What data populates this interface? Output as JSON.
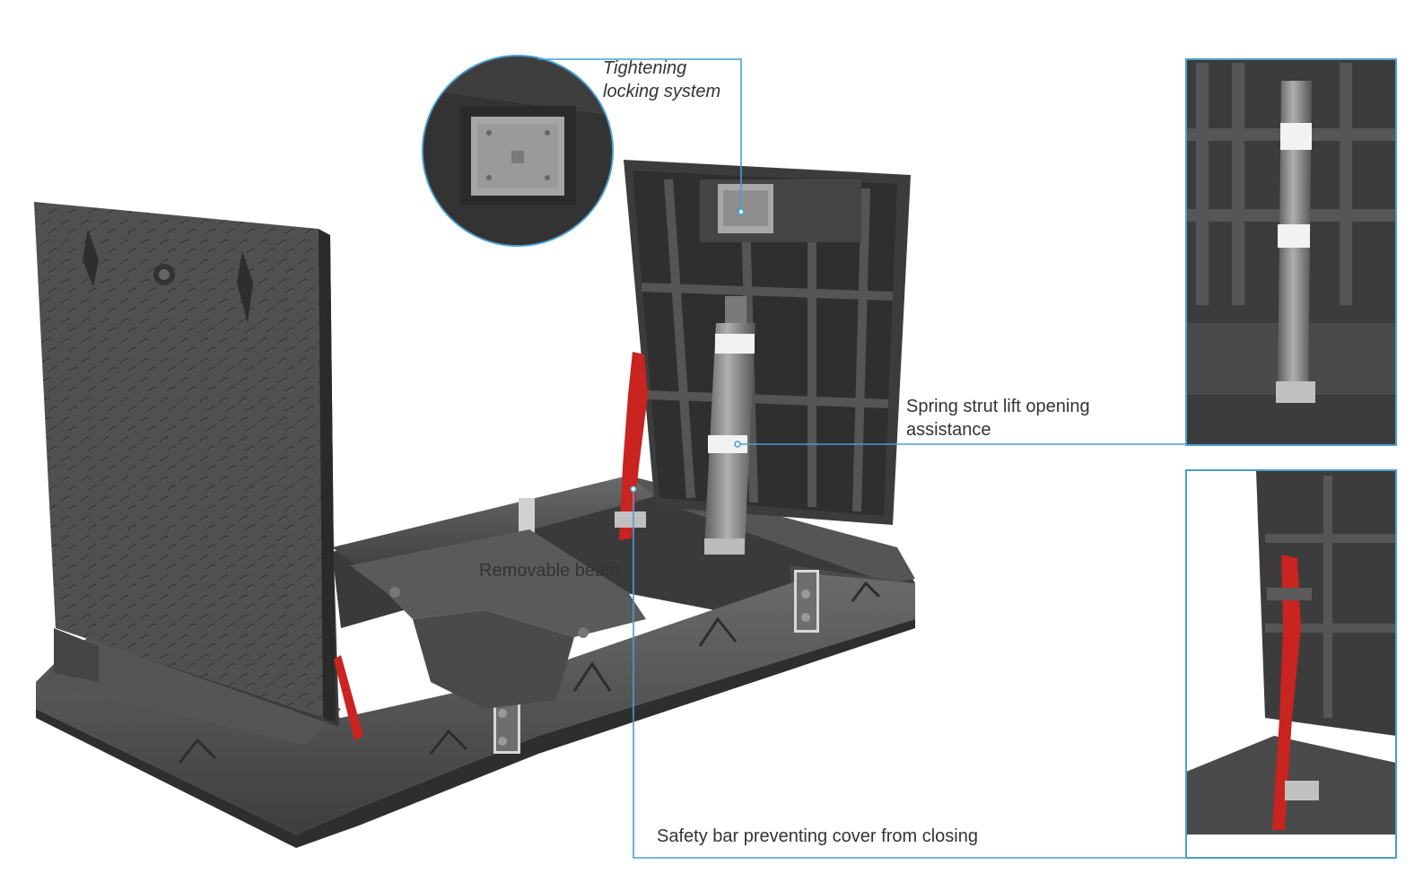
{
  "callouts": {
    "tightening": {
      "line1": "Tightening",
      "line2": "locking system"
    },
    "spring_strut": {
      "line1": "Spring strut lift opening",
      "line2": "assistance"
    },
    "removable_beam": {
      "text": "Removable beam"
    },
    "safety_bar": {
      "text": "Safety bar preventing cover from closing"
    }
  },
  "colors": {
    "callout_line": "#4a9fd0",
    "cast_iron": "#4a4a4a",
    "cast_iron_dark": "#2e2e2e",
    "cast_iron_light": "#6a6a6a",
    "safety_bar": "#c9241f",
    "strut_metal": "#8a8a8a",
    "lock_plate": "#a8a8a8"
  }
}
